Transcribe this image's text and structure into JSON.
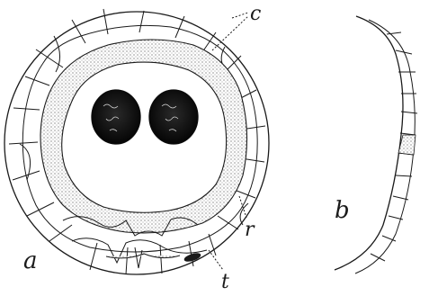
{
  "figure": {
    "labels": {
      "c": "c",
      "r": "r",
      "t": "t",
      "a": "a",
      "b": "b"
    }
  },
  "colors": {
    "ink": "#1a1a1a",
    "stipple": "#c8c8c8",
    "background": "#ffffff"
  }
}
